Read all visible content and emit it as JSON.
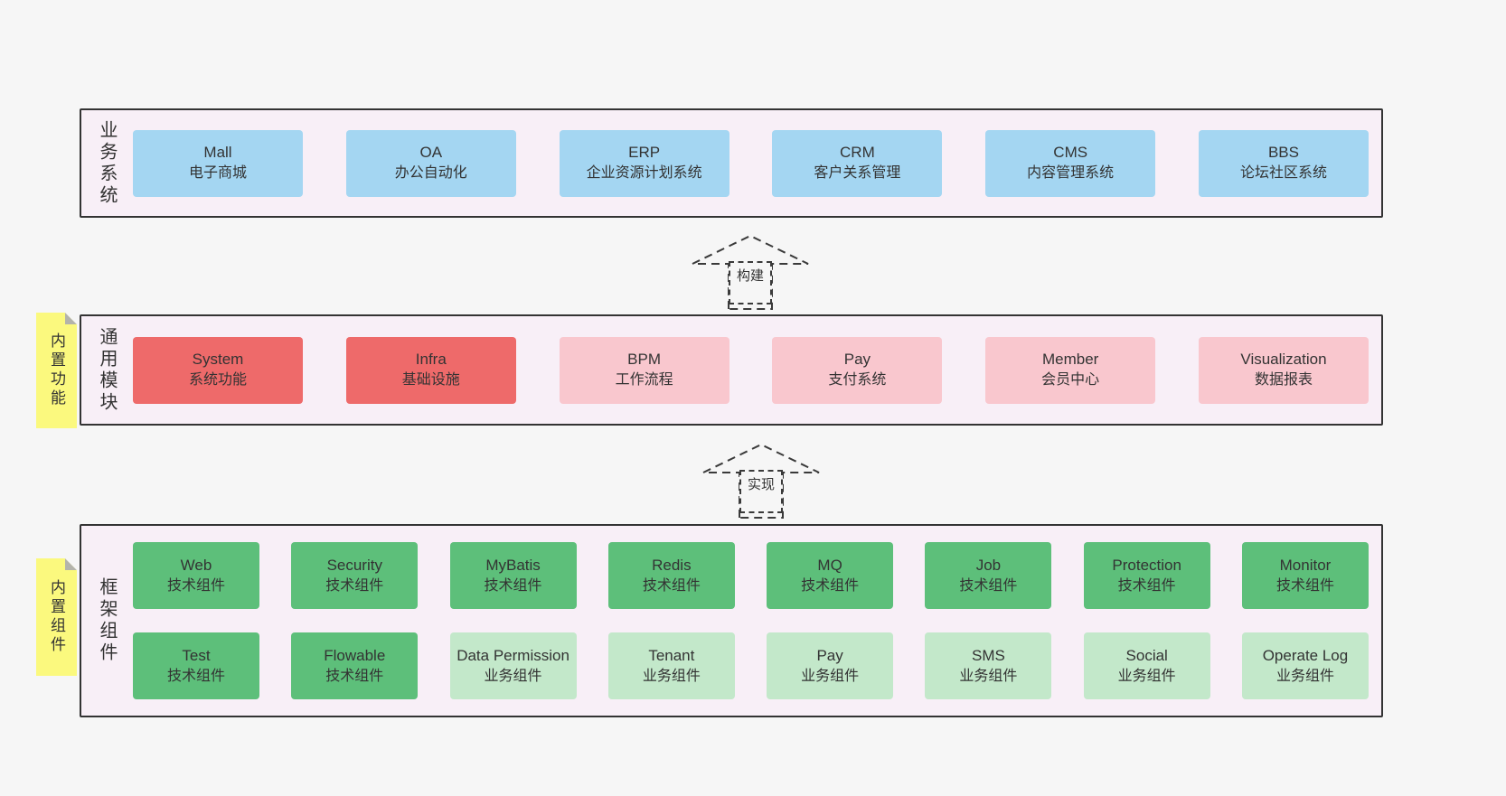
{
  "palette": {
    "page_bg": "#f6f6f6",
    "panel_bg": "#f8eff7",
    "panel_border": "#333333",
    "blue_box": "#a4d6f2",
    "red_box": "#ee6a6a",
    "pink_box": "#f9c7ce",
    "green_box": "#5dbf7a",
    "light_green_box": "#c3e8ca",
    "sticky_bg": "#fbf97e",
    "text": "#333333"
  },
  "arrows": [
    {
      "label": "构建"
    },
    {
      "label": "实现"
    }
  ],
  "layers": [
    {
      "side_label": "业务系统",
      "boxes": [
        {
          "line1": "Mall",
          "line2": "电子商城"
        },
        {
          "line1": "OA",
          "line2": "办公自动化"
        },
        {
          "line1": "ERP",
          "line2": "企业资源计划系统"
        },
        {
          "line1": "CRM",
          "line2": "客户关系管理"
        },
        {
          "line1": "CMS",
          "line2": "内容管理系统"
        },
        {
          "line1": "BBS",
          "line2": "论坛社区系统"
        }
      ]
    },
    {
      "side_label": "通用模块",
      "sticky": "内置功能",
      "boxes": [
        {
          "line1": "System",
          "line2": "系统功能"
        },
        {
          "line1": "Infra",
          "line2": "基础设施"
        },
        {
          "line1": "BPM",
          "line2": "工作流程"
        },
        {
          "line1": "Pay",
          "line2": "支付系统"
        },
        {
          "line1": "Member",
          "line2": "会员中心"
        },
        {
          "line1": "Visualization",
          "line2": "数据报表"
        }
      ]
    },
    {
      "side_label": "框架组件",
      "sticky": "内置组件",
      "row1": [
        {
          "line1": "Web",
          "line2": "技术组件"
        },
        {
          "line1": "Security",
          "line2": "技术组件"
        },
        {
          "line1": "MyBatis",
          "line2": "技术组件"
        },
        {
          "line1": "Redis",
          "line2": "技术组件"
        },
        {
          "line1": "MQ",
          "line2": "技术组件"
        },
        {
          "line1": "Job",
          "line2": "技术组件"
        },
        {
          "line1": "Protection",
          "line2": "技术组件"
        },
        {
          "line1": "Monitor",
          "line2": "技术组件"
        }
      ],
      "row2": [
        {
          "line1": "Test",
          "line2": "技术组件"
        },
        {
          "line1": "Flowable",
          "line2": "技术组件"
        },
        {
          "line1": "Data Permission",
          "line2": "业务组件"
        },
        {
          "line1": "Tenant",
          "line2": "业务组件"
        },
        {
          "line1": "Pay",
          "line2": "业务组件"
        },
        {
          "line1": "SMS",
          "line2": "业务组件"
        },
        {
          "line1": "Social",
          "line2": "业务组件"
        },
        {
          "line1": "Operate Log",
          "line2": "业务组件"
        }
      ]
    }
  ]
}
